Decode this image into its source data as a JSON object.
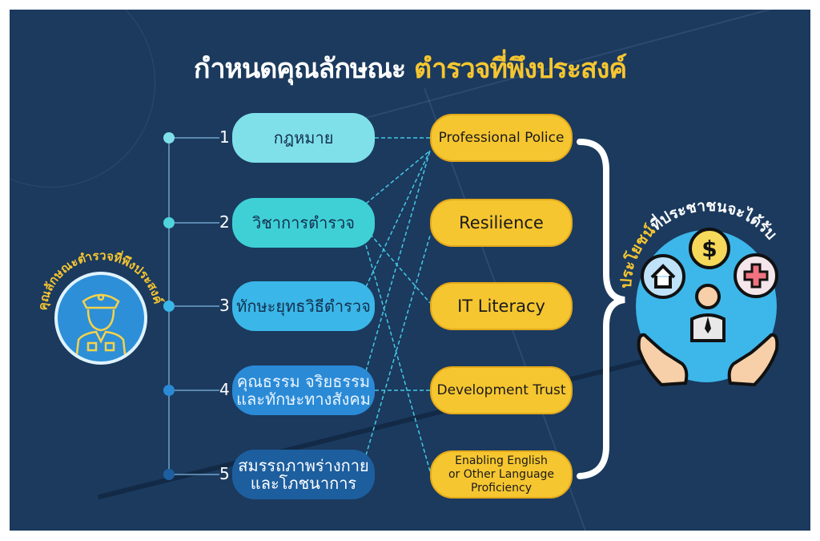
{
  "title": {
    "part1": "กำหนดคุณลักษณะ",
    "part2": "ตำรวจที่พึงประสงค์"
  },
  "left_badge": {
    "label": "คุณลักษณะตำรวจที่พึงประสงค์",
    "icon": "police-officer-icon"
  },
  "competencies": [
    {
      "number": "1",
      "line1": "กฎหมาย",
      "line2": "",
      "color": "#7fe0ea",
      "text_color": "#14304f"
    },
    {
      "number": "2",
      "line1": "วิชาการตำรวจ",
      "line2": "",
      "color": "#3fd0d6",
      "text_color": "#14304f"
    },
    {
      "number": "3",
      "line1": "ทักษะยุทธวิธีตำรวจ",
      "line2": "",
      "color": "#3ab7e8",
      "text_color": "#14304f"
    },
    {
      "number": "4",
      "line1": "คุณธรรม จริยธรรม",
      "line2": "และทักษะทางสังคม",
      "color": "#2a8ad6",
      "text_color": "#e8f4ff"
    },
    {
      "number": "5",
      "line1": "สมรรถภาพร่างกาย",
      "line2": "และโภชนาการ",
      "color": "#1d5e9e",
      "text_color": "#ffffff"
    }
  ],
  "outcomes": [
    {
      "label": "Professional Police"
    },
    {
      "label": "Resilience"
    },
    {
      "label": "IT Literacy"
    },
    {
      "label": "Development Trust"
    },
    {
      "label": "Enabling English or Other Language Proficiency",
      "lines": [
        "Enabling English",
        "or Other Language",
        "Proficiency"
      ]
    }
  ],
  "links": [
    [
      0,
      0
    ],
    [
      1,
      0
    ],
    [
      1,
      2
    ],
    [
      1,
      4
    ],
    [
      2,
      0
    ],
    [
      3,
      0
    ],
    [
      3,
      3
    ],
    [
      4,
      1
    ]
  ],
  "benefit": {
    "label_part1": "ประโยชน์",
    "label_part2": "ที่ประชาชนจะได้รับ",
    "icons": [
      "house-icon",
      "dollar-coin-icon",
      "medical-cross-icon",
      "person-icon",
      "hands-icon"
    ]
  },
  "colors": {
    "background": "#1b3a5e",
    "accent_yellow": "#f6c630",
    "circle_blue": "#3db6ea"
  }
}
